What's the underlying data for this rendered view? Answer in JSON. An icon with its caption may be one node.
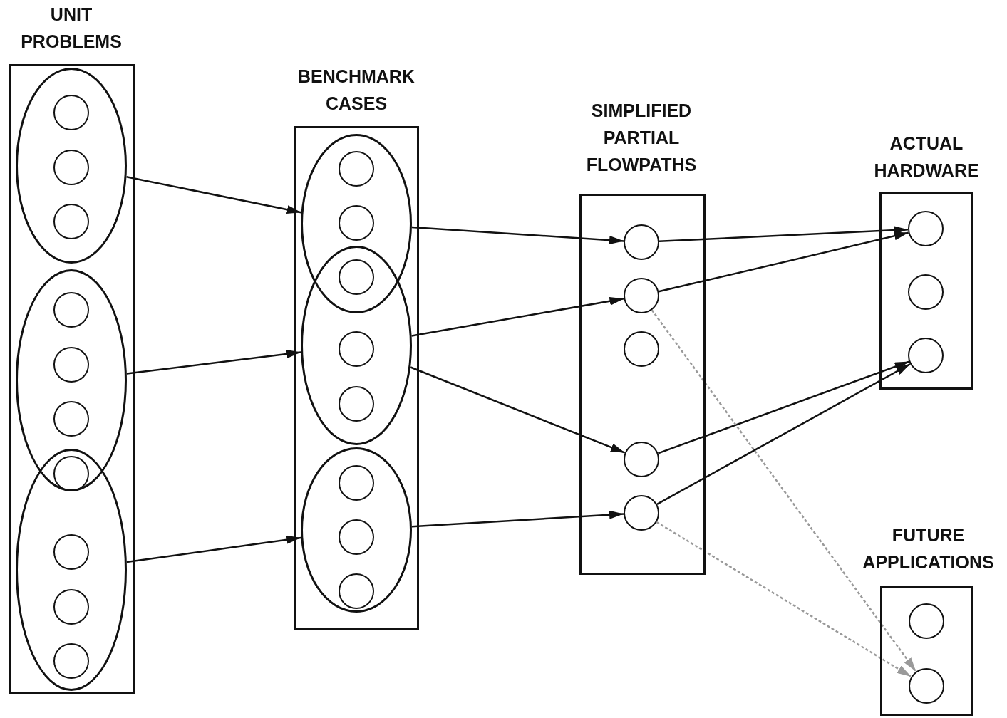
{
  "diagram": {
    "nodes": [
      {
        "text": [
          "UNIT PROBLEMS"
        ]
      },
      {
        "text": [],
        "shape": "ellipse",
        "in": 0
      },
      {
        "text": [],
        "shape": "circle",
        "in": 1
      },
      {
        "text": [],
        "shape": "circle",
        "in": 1
      },
      {
        "text": [],
        "shape": "circle",
        "in": 1
      },
      {
        "text": [],
        "shape": "ellipse",
        "in": 0
      },
      {
        "text": [],
        "shape": "circle",
        "in": 5
      },
      {
        "text": [],
        "shape": "circle",
        "in": 5
      },
      {
        "text": [],
        "shape": "circle",
        "in": 5
      },
      {
        "text": [],
        "shape": "circle"
      },
      {
        "text": [],
        "shape": "ellipse",
        "in": 0
      },
      {
        "text": [],
        "shape": "circle",
        "in": 10
      },
      {
        "text": [],
        "shape": "circle",
        "in": 10
      },
      {
        "text": [],
        "shape": "circle",
        "in": 10
      },
      {
        "text": [
          "BENCHMARK CASES"
        ]
      },
      {
        "text": [],
        "shape": "ellipse",
        "in": 14
      },
      {
        "text": [],
        "shape": "circle",
        "in": 15
      },
      {
        "text": [],
        "shape": "circle",
        "in": 15
      },
      {
        "text": [],
        "shape": "circle"
      },
      {
        "text": [],
        "shape": "ellipse",
        "in": 14
      },
      {
        "text": [],
        "shape": "circle",
        "in": 19
      },
      {
        "text": [],
        "shape": "circle",
        "in": 19
      },
      {
        "text": [],
        "shape": "ellipse",
        "in": 14
      },
      {
        "text": [],
        "shape": "circle",
        "in": 22
      },
      {
        "text": [],
        "shape": "circle",
        "in": 22
      },
      {
        "text": [],
        "shape": "circle",
        "in": 22
      },
      {
        "text": [
          "SIMPLIFIED PARTIAL FLOWPATHS"
        ]
      },
      {
        "text": [],
        "shape": "circle",
        "in": 26
      },
      {
        "text": [],
        "shape": "circle",
        "in": 26
      },
      {
        "text": [],
        "shape": "circle",
        "in": 26
      },
      {
        "text": [],
        "shape": "circle",
        "in": 26
      },
      {
        "text": [],
        "shape": "circle",
        "in": 26
      },
      {
        "text": [
          "ACTUAL HARDWARE"
        ]
      },
      {
        "text": [],
        "shape": "circle",
        "in": 32
      },
      {
        "text": [],
        "shape": "circle",
        "in": 32
      },
      {
        "text": [],
        "shape": "circle",
        "in": 32
      },
      {
        "text": [
          "FUTURE APPLICATIONS"
        ]
      },
      {
        "text": [],
        "shape": "circle",
        "in": 36
      },
      {
        "text": [],
        "shape": "circle",
        "in": 36
      }
    ],
    "edges": [
      {
        "from": 1,
        "to": 15,
        "arrow": "to"
      },
      {
        "from": 5,
        "to": 19,
        "arrow": "to"
      },
      {
        "from": 10,
        "to": 22,
        "arrow": "to"
      },
      {
        "from": 15,
        "to": 27,
        "arrow": "to"
      },
      {
        "from": 19,
        "to": 28,
        "arrow": "to"
      },
      {
        "from": 19,
        "to": 30,
        "arrow": "to"
      },
      {
        "from": 22,
        "to": 31,
        "arrow": "to"
      },
      {
        "from": 27,
        "to": 33,
        "arrow": "to"
      },
      {
        "from": 28,
        "to": 33,
        "arrow": "to"
      },
      {
        "from": 30,
        "to": 35,
        "arrow": "to"
      },
      {
        "from": 31,
        "to": 35,
        "arrow": "to"
      },
      {
        "from": 28,
        "to": 38,
        "arrow": "to",
        "style": "dashed",
        "color": "#9a9a9a"
      },
      {
        "from": 31,
        "to": 38,
        "arrow": "to",
        "style": "dashed",
        "color": "#9a9a9a"
      }
    ]
  }
}
